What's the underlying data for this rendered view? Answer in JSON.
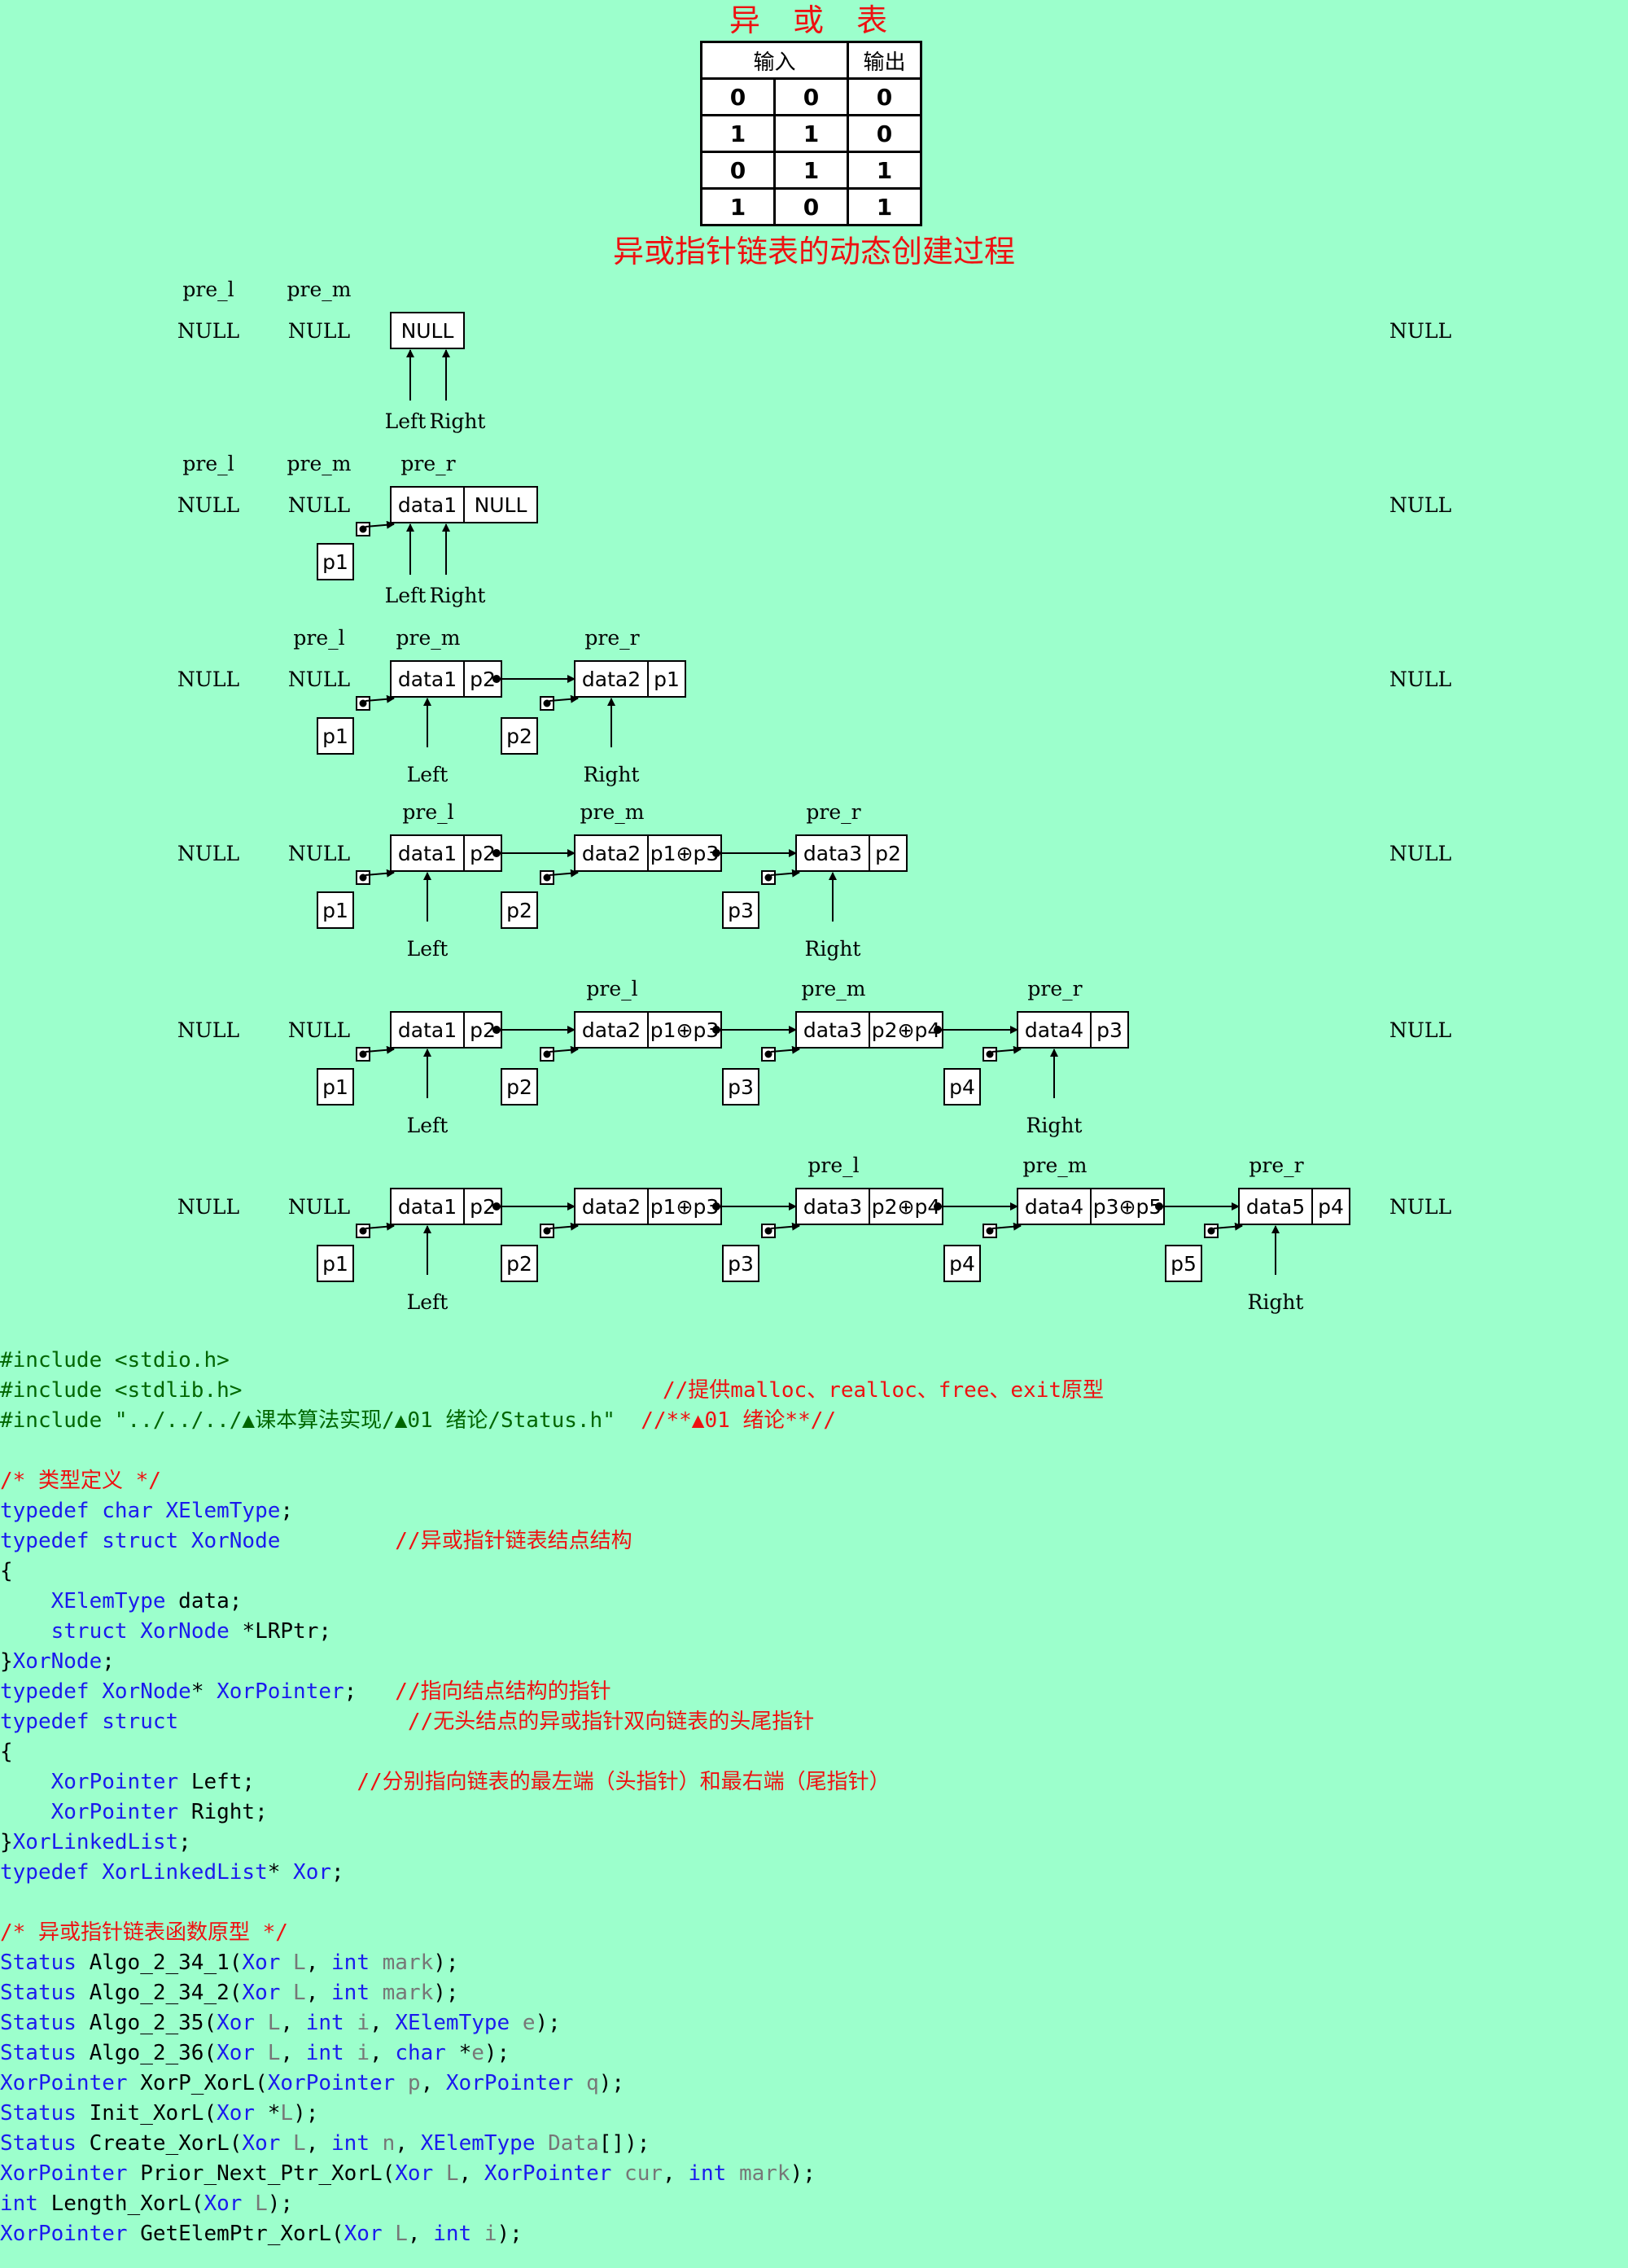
{
  "title": "异 或 表",
  "subtitle": "异或指针链表的动态创建过程",
  "truth_table": {
    "headers": [
      "输入",
      "输出"
    ],
    "rows": [
      [
        "0",
        "0",
        "0"
      ],
      [
        "1",
        "1",
        "0"
      ],
      [
        "0",
        "1",
        "1"
      ],
      [
        "1",
        "0",
        "1"
      ]
    ]
  },
  "diagram": {
    "null_label": "NULL",
    "stages": [
      {
        "labels": [
          [
            "pre_l",
            "NULL"
          ],
          [
            "pre_m",
            "NULL"
          ],
          [
            "",
            ""
          ]
        ],
        "nodes": [
          {
            "cells": [
              "NULL"
            ]
          }
        ],
        "pointers": [],
        "left_label": "Left",
        "right_label": "Right"
      },
      {
        "labels": [
          [
            "pre_l",
            "NULL"
          ],
          [
            "pre_m",
            "NULL"
          ],
          [
            "pre_r",
            ""
          ]
        ],
        "nodes": [
          {
            "cells": [
              "data1",
              "NULL"
            ]
          }
        ],
        "pointers": [
          "p1"
        ],
        "left_label": "Left",
        "right_label": "Right"
      },
      {
        "labels": [
          [
            "",
            "NULL"
          ],
          [
            "pre_l",
            "NULL"
          ],
          [
            "pre_m",
            ""
          ],
          [
            "pre_r",
            ""
          ]
        ],
        "nodes": [
          {
            "cells": [
              "data1",
              "p2"
            ]
          },
          {
            "cells": [
              "data2",
              "p1"
            ]
          }
        ],
        "pointers": [
          "p1",
          "p2"
        ],
        "left_label": "Left",
        "right_label": "Right"
      },
      {
        "labels": [
          [
            "",
            "NULL"
          ],
          [
            "",
            "NULL"
          ],
          [
            "pre_l",
            ""
          ],
          [
            "pre_m",
            ""
          ],
          [
            "pre_r",
            ""
          ]
        ],
        "nodes": [
          {
            "cells": [
              "data1",
              "p2"
            ]
          },
          {
            "cells": [
              "data2",
              "p1⊕p3"
            ]
          },
          {
            "cells": [
              "data3",
              "p2"
            ]
          }
        ],
        "pointers": [
          "p1",
          "p2",
          "p3"
        ],
        "left_label": "Left",
        "right_label": "Right"
      },
      {
        "labels": [
          [
            "",
            "NULL"
          ],
          [
            "",
            "NULL"
          ],
          [
            "",
            ""
          ],
          [
            "pre_l",
            ""
          ],
          [
            "pre_m",
            ""
          ],
          [
            "pre_r",
            ""
          ]
        ],
        "nodes": [
          {
            "cells": [
              "data1",
              "p2"
            ]
          },
          {
            "cells": [
              "data2",
              "p1⊕p3"
            ]
          },
          {
            "cells": [
              "data3",
              "p2⊕p4"
            ]
          },
          {
            "cells": [
              "data4",
              "p3"
            ]
          }
        ],
        "pointers": [
          "p1",
          "p2",
          "p3",
          "p4"
        ],
        "left_label": "Left",
        "right_label": "Right"
      },
      {
        "labels": [
          [
            "",
            "NULL"
          ],
          [
            "",
            "NULL"
          ],
          [
            "",
            ""
          ],
          [
            "",
            ""
          ],
          [
            "pre_l",
            ""
          ],
          [
            "pre_m",
            ""
          ],
          [
            "pre_r",
            ""
          ]
        ],
        "nodes": [
          {
            "cells": [
              "data1",
              "p2"
            ]
          },
          {
            "cells": [
              "data2",
              "p1⊕p3"
            ]
          },
          {
            "cells": [
              "data3",
              "p2⊕p4"
            ]
          },
          {
            "cells": [
              "data4",
              "p3⊕p5"
            ]
          },
          {
            "cells": [
              "data5",
              "p4"
            ]
          }
        ],
        "pointers": [
          "p1",
          "p2",
          "p3",
          "p4",
          "p5"
        ],
        "left_label": "Left",
        "right_label": "Right"
      }
    ]
  },
  "colors": {
    "background": "#9cffcc",
    "title": "#ee1111",
    "comment": "#ee1111",
    "keyword": "#1a1aee",
    "preprocessor": "#006600"
  },
  "code": [
    [
      [
        "pp",
        "#include <stdio.h>"
      ]
    ],
    [
      [
        "pp",
        "#include <stdlib.h>                                 "
      ],
      [
        "cm",
        "//提供malloc、realloc、free、exit原型"
      ]
    ],
    [
      [
        "pp",
        "#include \"../../../▲课本算法实现/▲01 绪论/Status.h\"  "
      ],
      [
        "cm",
        "//**▲01 绪论**//"
      ]
    ],
    [],
    [
      [
        "cm",
        "/* 类型定义 */"
      ]
    ],
    [
      [
        "kw",
        "typedef "
      ],
      [
        "kw",
        "char "
      ],
      [
        "ty",
        "XElemType"
      ],
      [
        "pl",
        ";"
      ]
    ],
    [
      [
        "kw",
        "typedef "
      ],
      [
        "kw",
        "struct "
      ],
      [
        "ty",
        "XorNode"
      ],
      [
        "pl",
        "         "
      ],
      [
        "cm",
        "//异或指针链表结点结构"
      ]
    ],
    [
      [
        "pl",
        "{"
      ]
    ],
    [
      [
        "pl",
        "    "
      ],
      [
        "ty",
        "XElemType "
      ],
      [
        "pl",
        "data;"
      ]
    ],
    [
      [
        "pl",
        "    "
      ],
      [
        "kw",
        "struct "
      ],
      [
        "ty",
        "XorNode "
      ],
      [
        "pl",
        "*LRPtr;"
      ]
    ],
    [
      [
        "pl",
        "}"
      ],
      [
        "ty",
        "XorNode"
      ],
      [
        "pl",
        ";"
      ]
    ],
    [
      [
        "kw",
        "typedef "
      ],
      [
        "ty",
        "XorNode"
      ],
      [
        "pl",
        "* "
      ],
      [
        "ty",
        "XorPointer"
      ],
      [
        "pl",
        ";   "
      ],
      [
        "cm",
        "//指向结点结构的指针"
      ]
    ],
    [
      [
        "kw",
        "typedef "
      ],
      [
        "kw",
        "struct"
      ],
      [
        "pl",
        "                  "
      ],
      [
        "cm",
        "//无头结点的异或指针双向链表的头尾指针"
      ]
    ],
    [
      [
        "pl",
        "{"
      ]
    ],
    [
      [
        "pl",
        "    "
      ],
      [
        "ty",
        "XorPointer "
      ],
      [
        "pl",
        "Left;        "
      ],
      [
        "cm",
        "//分别指向链表的最左端（头指针）和最右端（尾指针）"
      ]
    ],
    [
      [
        "pl",
        "    "
      ],
      [
        "ty",
        "XorPointer "
      ],
      [
        "pl",
        "Right;"
      ]
    ],
    [
      [
        "pl",
        "}"
      ],
      [
        "ty",
        "XorLinkedList"
      ],
      [
        "pl",
        ";"
      ]
    ],
    [
      [
        "kw",
        "typedef "
      ],
      [
        "ty",
        "XorLinkedList"
      ],
      [
        "pl",
        "* "
      ],
      [
        "ty",
        "Xor"
      ],
      [
        "pl",
        ";"
      ]
    ],
    [],
    [
      [
        "cm",
        "/* 异或指针链表函数原型 */"
      ]
    ],
    [
      [
        "ty",
        "Status "
      ],
      [
        "pl",
        "Algo_2_34_1("
      ],
      [
        "ty",
        "Xor "
      ],
      [
        "pa",
        "L"
      ],
      [
        "pl",
        ", "
      ],
      [
        "kw",
        "int "
      ],
      [
        "pa",
        "mark"
      ],
      [
        "pl",
        ");"
      ]
    ],
    [
      [
        "ty",
        "Status "
      ],
      [
        "pl",
        "Algo_2_34_2("
      ],
      [
        "ty",
        "Xor "
      ],
      [
        "pa",
        "L"
      ],
      [
        "pl",
        ", "
      ],
      [
        "kw",
        "int "
      ],
      [
        "pa",
        "mark"
      ],
      [
        "pl",
        ");"
      ]
    ],
    [
      [
        "ty",
        "Status "
      ],
      [
        "pl",
        "Algo_2_35("
      ],
      [
        "ty",
        "Xor "
      ],
      [
        "pa",
        "L"
      ],
      [
        "pl",
        ", "
      ],
      [
        "kw",
        "int "
      ],
      [
        "pa",
        "i"
      ],
      [
        "pl",
        ", "
      ],
      [
        "ty",
        "XElemType "
      ],
      [
        "pa",
        "e"
      ],
      [
        "pl",
        ");"
      ]
    ],
    [
      [
        "ty",
        "Status "
      ],
      [
        "pl",
        "Algo_2_36("
      ],
      [
        "ty",
        "Xor "
      ],
      [
        "pa",
        "L"
      ],
      [
        "pl",
        ", "
      ],
      [
        "kw",
        "int "
      ],
      [
        "pa",
        "i"
      ],
      [
        "pl",
        ", "
      ],
      [
        "kw",
        "char "
      ],
      [
        "pl",
        "*"
      ],
      [
        "pa",
        "e"
      ],
      [
        "pl",
        ");"
      ]
    ],
    [
      [
        "ty",
        "XorPointer "
      ],
      [
        "pl",
        "XorP_XorL("
      ],
      [
        "ty",
        "XorPointer "
      ],
      [
        "pa",
        "p"
      ],
      [
        "pl",
        ", "
      ],
      [
        "ty",
        "XorPointer "
      ],
      [
        "pa",
        "q"
      ],
      [
        "pl",
        ");"
      ]
    ],
    [
      [
        "ty",
        "Status "
      ],
      [
        "pl",
        "Init_XorL("
      ],
      [
        "ty",
        "Xor "
      ],
      [
        "pl",
        "*"
      ],
      [
        "pa",
        "L"
      ],
      [
        "pl",
        ");"
      ]
    ],
    [
      [
        "ty",
        "Status "
      ],
      [
        "pl",
        "Create_XorL("
      ],
      [
        "ty",
        "Xor "
      ],
      [
        "pa",
        "L"
      ],
      [
        "pl",
        ", "
      ],
      [
        "kw",
        "int "
      ],
      [
        "pa",
        "n"
      ],
      [
        "pl",
        ", "
      ],
      [
        "ty",
        "XElemType "
      ],
      [
        "pa",
        "Data"
      ],
      [
        "pl",
        "[]);"
      ]
    ],
    [
      [
        "ty",
        "XorPointer "
      ],
      [
        "pl",
        "Prior_Next_Ptr_XorL("
      ],
      [
        "ty",
        "Xor "
      ],
      [
        "pa",
        "L"
      ],
      [
        "pl",
        ", "
      ],
      [
        "ty",
        "XorPointer "
      ],
      [
        "pa",
        "cur"
      ],
      [
        "pl",
        ", "
      ],
      [
        "kw",
        "int "
      ],
      [
        "pa",
        "mark"
      ],
      [
        "pl",
        ");"
      ]
    ],
    [
      [
        "kw",
        "int "
      ],
      [
        "pl",
        "Length_XorL("
      ],
      [
        "ty",
        "Xor "
      ],
      [
        "pa",
        "L"
      ],
      [
        "pl",
        ");"
      ]
    ],
    [
      [
        "ty",
        "XorPointer "
      ],
      [
        "pl",
        "GetElemPtr_XorL("
      ],
      [
        "ty",
        "Xor "
      ],
      [
        "pa",
        "L"
      ],
      [
        "pl",
        ", "
      ],
      [
        "kw",
        "int "
      ],
      [
        "pa",
        "i"
      ],
      [
        "pl",
        ");"
      ]
    ]
  ]
}
